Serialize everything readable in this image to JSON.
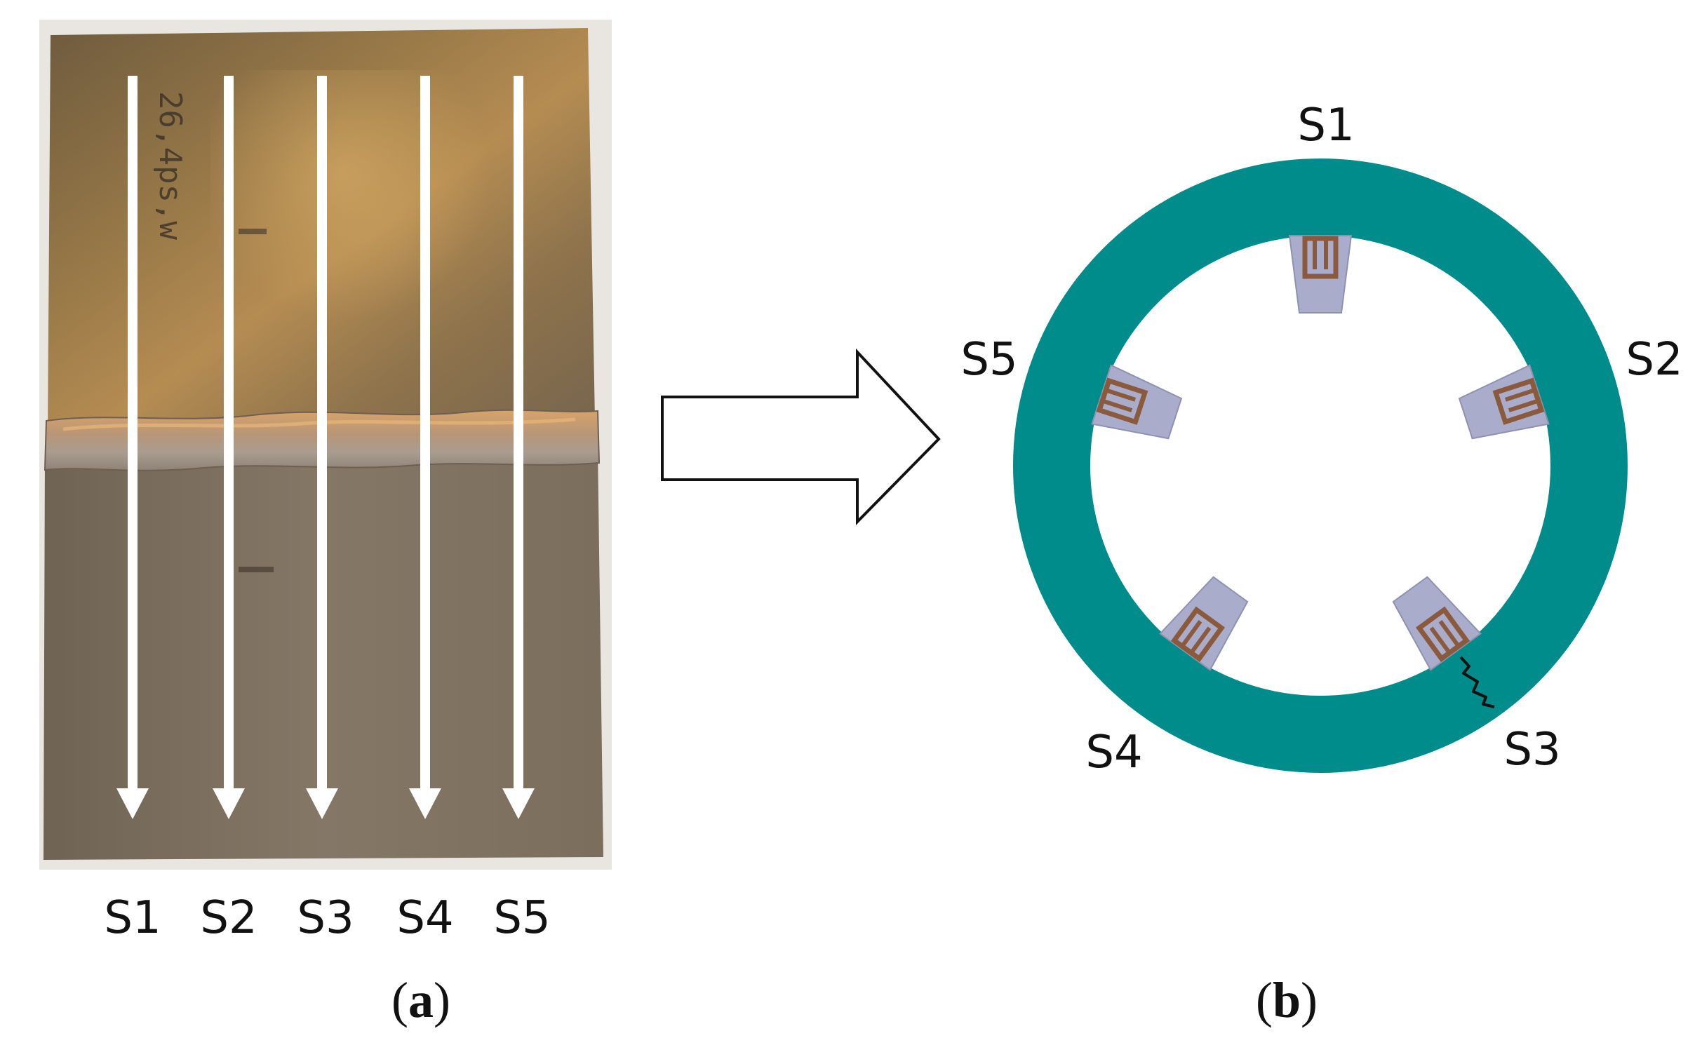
{
  "panel_a": {
    "strip_labels": [
      "S1",
      "S2",
      "S3",
      "S4",
      "S5"
    ],
    "stamp_text": "26,4ps,w",
    "caption": {
      "open": "(",
      "letter": "a",
      "close": ")"
    }
  },
  "panel_b": {
    "sensor_labels": [
      "S1",
      "S2",
      "S3",
      "S4",
      "S5"
    ],
    "ring_color": "#008C8A",
    "sensor_pad_color": "#A9ADCB",
    "electrode_color": "#8B5A3C",
    "caption": {
      "open": "(",
      "letter": "b",
      "close": ")"
    }
  },
  "colors": {
    "plate_top": "#8E7347",
    "plate_bottom": "#7E7262",
    "weld_bead": "#C8A37A"
  },
  "icons": [
    "arrow-right-hollow-icon",
    "arrow-down-icon",
    "crack-icon"
  ]
}
